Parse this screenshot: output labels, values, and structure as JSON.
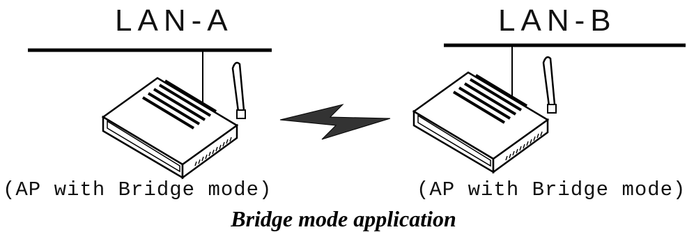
{
  "diagram": {
    "lan_a": {
      "label": "LAN-A"
    },
    "lan_b": {
      "label": "LAN-B"
    },
    "ap_a": {
      "label": "(AP with Bridge mode)"
    },
    "ap_b": {
      "label": "(AP with Bridge mode)"
    },
    "link": {
      "icon": "wireless-lightning-icon"
    }
  },
  "caption": "Bridge mode application",
  "colors": {
    "stroke": "#000000",
    "background": "#ffffff"
  }
}
